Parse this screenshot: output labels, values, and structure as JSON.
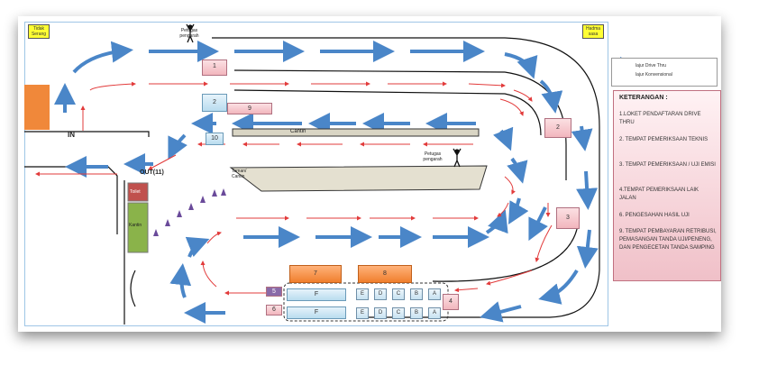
{
  "corners": {
    "top_left": "Tidak Serang",
    "top_right": "Hadma sasa"
  },
  "officers": [
    "Petugas pengarah",
    "Petugas pengarah"
  ],
  "labels": {
    "in": "IN",
    "out": "OUT(11)",
    "cantin_bar": "Cantin",
    "taman": "Taman/ Cantin",
    "toilet": "Toilet",
    "kantin": "Kantin"
  },
  "stations": {
    "s1": "1",
    "s2": "2",
    "s9": "9",
    "s10": "10",
    "s2r": "2",
    "s3": "3",
    "s4": "4",
    "s5": "5",
    "s6": "6",
    "s7": "7",
    "s8": "8",
    "lane_f": "F"
  },
  "lane_letters": [
    "E",
    "D",
    "C",
    "B",
    "A"
  ],
  "legend": {
    "drive_thru": "lajur Drive Thru",
    "konvensional": "lajur Konvensional"
  },
  "keterangan": {
    "title": "KETERANGAN :",
    "items": [
      "1.LOKET PENDAFTARAN DRIVE THRU",
      "2. TEMPAT PEMERIKSAAN TEKNIS",
      "3. TEMPAT PEMERIKSAAN / UJI EMISI",
      "4.TEMPAT PEMERIKSAAN LAIK JALAN",
      "6. PENGESAHAN HASIL UJI",
      "9. TEMPAT PEMBAYARAN RETRIBUSI, PEMASANGAN TANDA UJI/PENENG, DAN PENGECETAN TANDA SAMPING"
    ]
  },
  "colors": {
    "drive_thru": "#4a86c8",
    "konvensional": "#e23b3b",
    "panel": "#f2c2ca"
  }
}
